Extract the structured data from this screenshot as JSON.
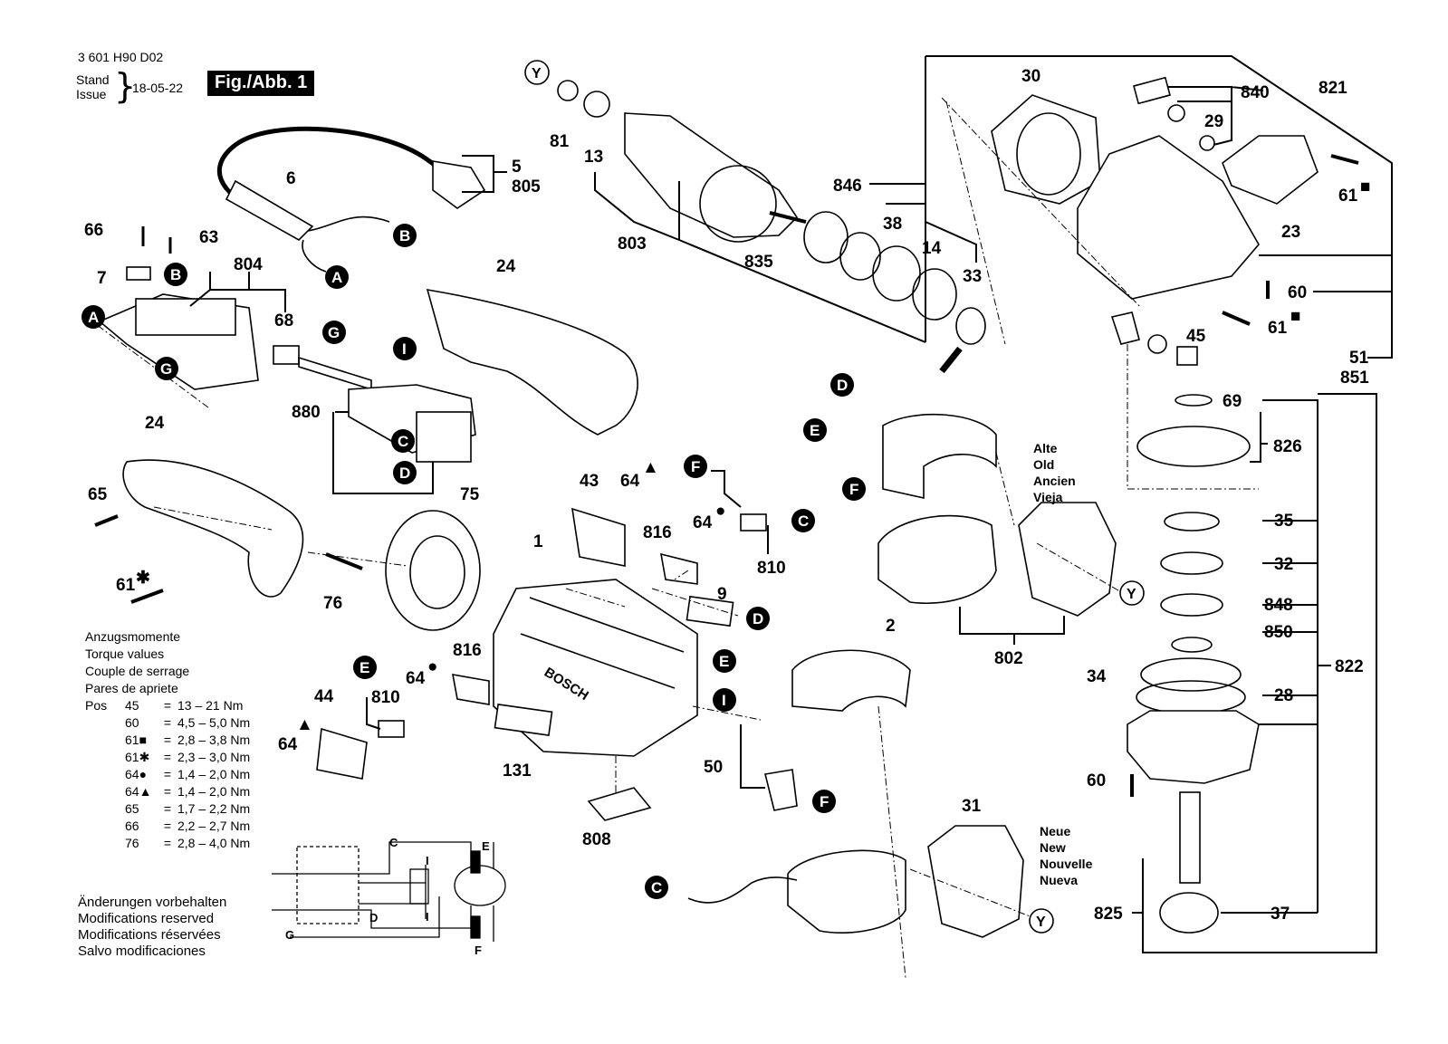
{
  "header": {
    "doc_number": "3 601 H90 D02",
    "stand_label": "Stand",
    "issue_label": "Issue",
    "date": "18-05-22",
    "figure_tag": "Fig./Abb. 1"
  },
  "torque_table": {
    "heading_lines": [
      "Anzugsmomente",
      "Torque values",
      "Couple de serrage",
      "Pares de apriete"
    ],
    "pos_label": "Pos",
    "rows": [
      {
        "pos": "45",
        "sym": "=",
        "value": "13 – 21 Nm"
      },
      {
        "pos": "60",
        "sym": "=",
        "value": "4,5 – 5,0 Nm"
      },
      {
        "pos": "61■",
        "sym": "=",
        "value": "2,8 – 3,8 Nm"
      },
      {
        "pos": "61✱",
        "sym": "=",
        "value": "2,3 – 3,0 Nm"
      },
      {
        "pos": "64●",
        "sym": "=",
        "value": "1,4 – 2,0 Nm"
      },
      {
        "pos": "64▲",
        "sym": "=",
        "value": "1,4 – 2,0 Nm"
      },
      {
        "pos": "65",
        "sym": "=",
        "value": "1,7 – 2,2 Nm"
      },
      {
        "pos": "66",
        "sym": "=",
        "value": "2,2 – 2,7 Nm"
      },
      {
        "pos": "76",
        "sym": "=",
        "value": "2,8 – 4,0 Nm"
      }
    ]
  },
  "notes": [
    "Änderungen vorbehalten",
    "Modifications reserved",
    "Modifications réservées",
    "Salvo modificaciones"
  ],
  "version_old": [
    "Alte",
    "Old",
    "Ancien",
    "Vieja"
  ],
  "version_new": [
    "Neue",
    "New",
    "Nouvelle",
    "Nueva"
  ],
  "part_labels": {
    "p1": "1",
    "p2": "2",
    "p5": "5",
    "p6": "6",
    "p7": "7",
    "p9": "9",
    "p13": "13",
    "p14": "14",
    "p23": "23",
    "p24a": "24",
    "p24b": "24",
    "p28": "28",
    "p29": "29",
    "p30": "30",
    "p31": "31",
    "p32": "32",
    "p33": "33",
    "p34": "34",
    "p35": "35",
    "p37": "37",
    "p38": "38",
    "p43": "43",
    "p44": "44",
    "p45": "45",
    "p50": "50",
    "p51": "51",
    "p60a": "60",
    "p60b": "60",
    "p61a": "61",
    "p61b": "61",
    "p61c": "61",
    "p63": "63",
    "p64a": "64",
    "p64b": "64",
    "p64c": "64",
    "p64d": "64",
    "p65": "65",
    "p66": "66",
    "p68": "68",
    "p69": "69",
    "p75": "75",
    "p76": "76",
    "p81": "81",
    "p131": "131",
    "p802": "802",
    "p803": "803",
    "p804": "804",
    "p805": "805",
    "p808": "808",
    "p810a": "810",
    "p810b": "810",
    "p816a": "816",
    "p816b": "816",
    "p821": "821",
    "p822": "822",
    "p825": "825",
    "p826": "826",
    "p835": "835",
    "p840": "840",
    "p846": "846",
    "p848": "848",
    "p850": "850",
    "p851": "851",
    "p880": "880"
  },
  "wire_markers": {
    "a": "A",
    "b": "B",
    "c": "C",
    "d": "D",
    "e": "E",
    "f": "F",
    "g": "G",
    "i": "I",
    "y": "Y"
  },
  "circuit_labels": {
    "c": "C",
    "d": "D",
    "e": "E",
    "f": "F",
    "g": "G",
    "i1": "I",
    "i2": "I"
  },
  "symbols": {
    "square": "■",
    "star": "✱",
    "dot": "●",
    "triangle": "▲"
  },
  "brand_mark": "BOSCH"
}
